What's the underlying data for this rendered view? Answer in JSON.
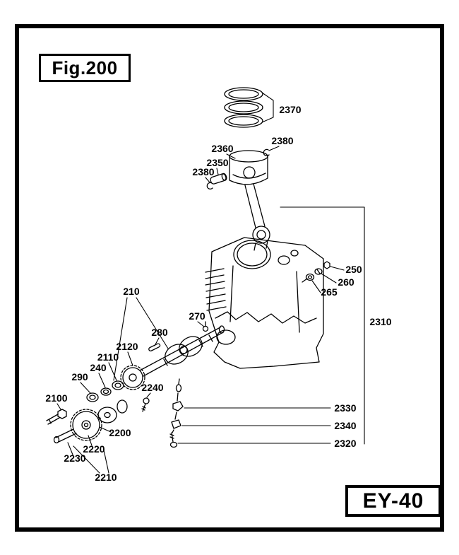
{
  "figure": {
    "title": "Fig.200",
    "model": "EY-40"
  },
  "colors": {
    "ink": "#000000",
    "paper": "#ffffff"
  },
  "part_labels": [
    {
      "text": "2370"
    },
    {
      "text": "2380"
    },
    {
      "text": "2360"
    },
    {
      "text": "2350"
    },
    {
      "text": "2380"
    },
    {
      "text": "250"
    },
    {
      "text": "260"
    },
    {
      "text": "265"
    },
    {
      "text": "2310"
    },
    {
      "text": "210"
    },
    {
      "text": "270"
    },
    {
      "text": "280"
    },
    {
      "text": "2120"
    },
    {
      "text": "2110"
    },
    {
      "text": "240"
    },
    {
      "text": "290"
    },
    {
      "text": "2100"
    },
    {
      "text": "2240"
    },
    {
      "text": "2200"
    },
    {
      "text": "2330"
    },
    {
      "text": "2340"
    },
    {
      "text": "2320"
    },
    {
      "text": "2220"
    },
    {
      "text": "2230"
    },
    {
      "text": "2210"
    }
  ]
}
